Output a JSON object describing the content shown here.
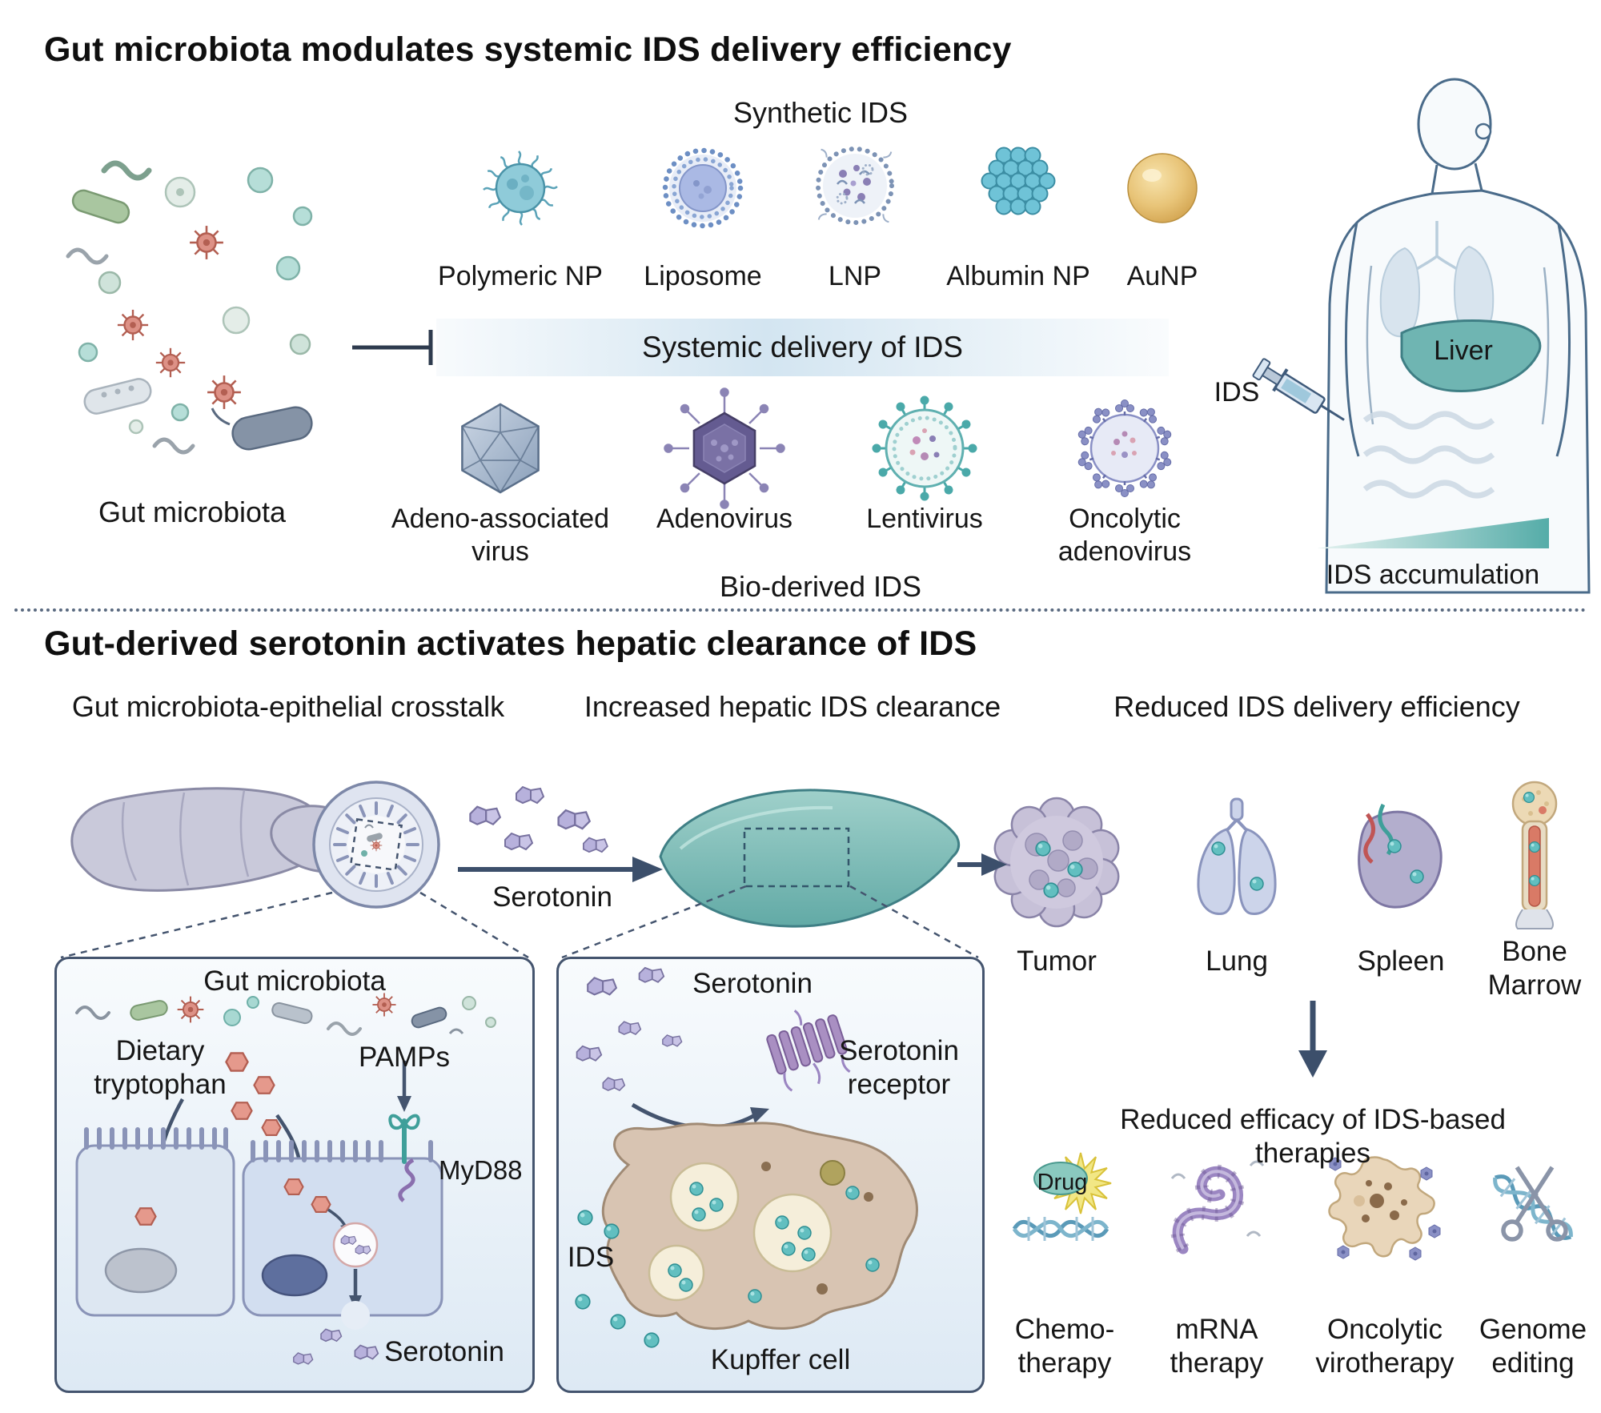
{
  "colors": {
    "teal": "#5fb3ae",
    "navy": "#44546e",
    "purple": "#9b86c2",
    "gold": "#e0bc6a",
    "salmon": "#dd8b80"
  },
  "top": {
    "title": "Gut microbiota modulates systemic IDS delivery efficiency",
    "synthetic_label": "Synthetic IDS",
    "np_items": [
      "Polymeric NP",
      "Liposome",
      "LNP",
      "Albumin NP",
      "AuNP"
    ],
    "delivery_label": "Systemic delivery of IDS",
    "gut_label": "Gut microbiota",
    "bio_items": [
      "Adeno-associated\nvirus",
      "Adenovirus",
      "Lentivirus",
      "Oncolytic\nadenovirus"
    ],
    "bio_label": "Bio-derived IDS",
    "ids_label": "IDS",
    "liver_label": "Liver",
    "accumulation_label": "IDS accumulation"
  },
  "bottom": {
    "title": "Gut-derived serotonin activates hepatic clearance of IDS",
    "headers": [
      "Gut microbiota-epithelial crosstalk",
      "Increased hepatic IDS clearance",
      "Reduced IDS delivery efficiency"
    ],
    "serotonin_label": "Serotonin",
    "gut_box": {
      "title": "Gut microbiota",
      "dietary": "Dietary\ntryptophan",
      "pamps": "PAMPs",
      "myd88": "MyD88",
      "serotonin": "Serotonin"
    },
    "liver_box": {
      "serotonin": "Serotonin",
      "receptor": "Serotonin\nreceptor",
      "ids": "IDS",
      "kupffer": "Kupffer cell"
    },
    "organs": [
      "Tumor",
      "Lung",
      "Spleen",
      "Bone\nMarrow"
    ],
    "reduced_efficacy": "Reduced efficacy of IDS-based therapies",
    "drug_label": "Drug",
    "therapies": [
      "Chemo-\ntherapy",
      "mRNA\ntherapy",
      "Oncolytic\nvirotherapy",
      "Genome\nediting"
    ]
  }
}
